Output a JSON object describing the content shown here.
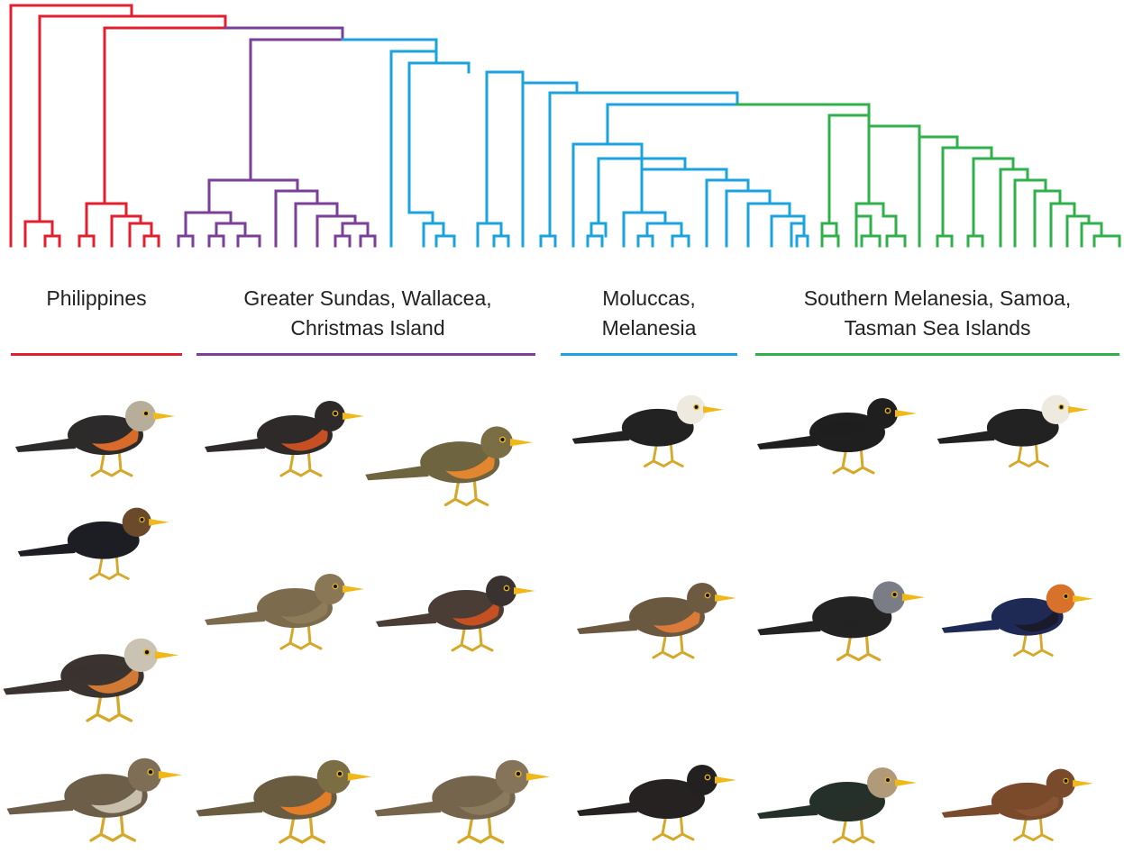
{
  "regions": [
    {
      "key": "philippines",
      "label": "Philippines",
      "color": "#e0202e"
    },
    {
      "key": "sundas",
      "label_lines": [
        "Greater Sundas, Wallacea,",
        "Christmas Island"
      ],
      "color": "#7b3f98"
    },
    {
      "key": "moluccas",
      "label_lines": [
        "Moluccas,",
        "Melanesia"
      ],
      "color": "#1aa3dc"
    },
    {
      "key": "melanesia",
      "label_lines": [
        "Southern Melanesia, Samoa,",
        "Tasman Sea Islands"
      ],
      "color": "#2fb04a"
    }
  ],
  "birds": [
    {
      "name": "grey-headed-rufous-belly-thrush-icon",
      "head": "#b7ad9b",
      "back": "#2d2a2a",
      "belly": "#d86a2a"
    },
    {
      "name": "dark-rufous-thrush-icon",
      "head": "#2e2a29",
      "back": "#2e2a29",
      "belly": "#c65022"
    },
    {
      "name": "olive-rufous-thrush-icon",
      "head": "#7b6e45",
      "back": "#6f6440",
      "belly": "#e38630"
    },
    {
      "name": "white-headed-black-thrush-icon",
      "head": "#eeeae0",
      "back": "#222222",
      "belly": "#222222"
    },
    {
      "name": "black-thrush-icon",
      "head": "#1f1f1f",
      "back": "#1f1f1f",
      "belly": "#1f1f1f"
    },
    {
      "name": "white-headed-black-thrush-icon",
      "head": "#eeeae0",
      "back": "#222222",
      "belly": "#222222"
    },
    {
      "name": "brown-headed-black-thrush-icon",
      "head": "#6a4a2a",
      "back": "#1d1d24",
      "belly": "#1d1d24"
    },
    {
      "name": "brown-thrush-icon",
      "head": "#8a7755",
      "back": "#7c6b4c",
      "belly": "#8e7b58"
    },
    {
      "name": "dark-rufous-thrush-icon",
      "head": "#3a3230",
      "back": "#4a3d35",
      "belly": "#c65022"
    },
    {
      "name": "pale-throated-rufous-thrush-icon",
      "head": "#6e5a40",
      "back": "#6a5840",
      "belly": "#dc7a3a"
    },
    {
      "name": "grey-headed-black-thrush-icon",
      "head": "#7a7c86",
      "back": "#232323",
      "belly": "#232323"
    },
    {
      "name": "orange-headed-blue-thrush-icon",
      "head": "#d8722a",
      "back": "#1e2a55",
      "belly": "#1a1a2a"
    },
    {
      "name": "grey-headed-rufous-belly-thrush-icon",
      "head": "#cac3b3",
      "back": "#3a3330",
      "belly": "#d07a36"
    },
    {
      "name": "pale-throated-brown-thrush-icon",
      "head": "#7d6e55",
      "back": "#6c5e48",
      "belly": "#c8c0ad"
    },
    {
      "name": "olive-rufous-thrush-icon",
      "head": "#7b6e45",
      "back": "#6a5c40",
      "belly": "#e27d28"
    },
    {
      "name": "brown-thrush-icon",
      "head": "#85745a",
      "back": "#75654c",
      "belly": "#8a7a5e"
    },
    {
      "name": "black-thrush-icon",
      "head": "#222020",
      "back": "#262222",
      "belly": "#262222"
    },
    {
      "name": "tan-headed-dark-thrush-icon",
      "head": "#b09a7a",
      "back": "#26302a",
      "belly": "#2a2e28"
    },
    {
      "name": "rufous-brown-thrush-icon",
      "head": "#7a4a2c",
      "back": "#7a4a2c",
      "belly": "#8a5535"
    }
  ]
}
